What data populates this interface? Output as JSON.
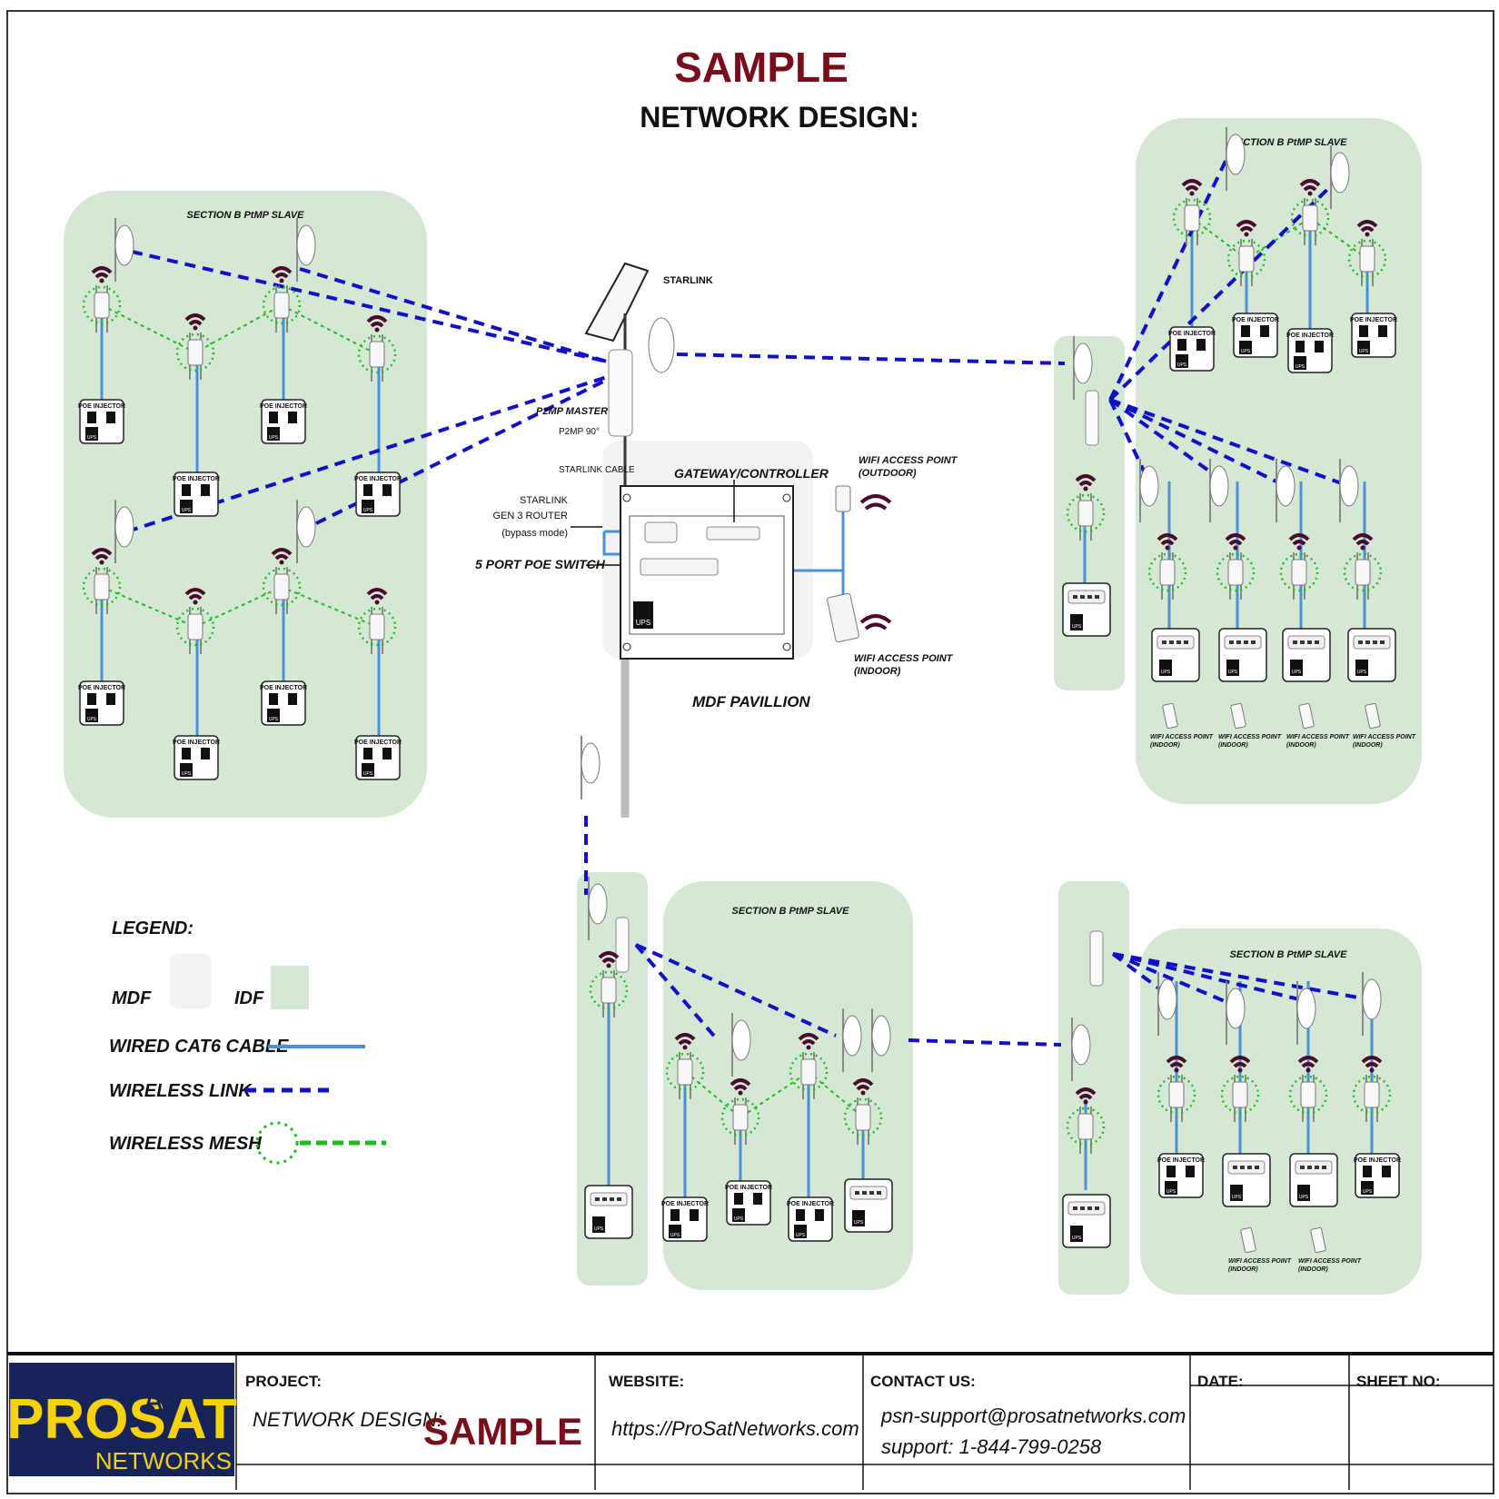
{
  "title": {
    "line1": "SAMPLE",
    "line2": "NETWORK DESIGN:"
  },
  "colors": {
    "title_red": "#7a0d1c",
    "idf_green": "#d5e8d4",
    "mdf_gray": "#f2f2f2",
    "wired": "#4a90d9",
    "wireless": "#1010c8",
    "mesh": "#22bb22",
    "wifi_icon": "#4a0a2e",
    "logo_bg": "#16245a",
    "logo_yellow": "#f5d20a"
  },
  "sections": {
    "top_left": "SECTION B PtMP SLAVE",
    "top_right": "SECTION B PtMP SLAVE",
    "bottom_middle": "SECTION B PtMP SLAVE",
    "bottom_right": "SECTION B PtMP SLAVE"
  },
  "mdf": {
    "starlink": "STARLINK",
    "p2mp_master": "P2MP MASTER",
    "p2mp_angle": "P2MP 90°",
    "starlink_cable": "STARLINK CABLE",
    "gateway": "GATEWAY/CONTROLLER",
    "router_line1": "STARLINK",
    "router_line2": "GEN 3 ROUTER",
    "router_line3": "(bypass mode)",
    "poe_switch": "5 PORT POE SWITCH",
    "ap_outdoor_line1": "WIFI ACCESS POINT",
    "ap_outdoor_line2": "(OUTDOOR)",
    "ap_indoor_line1": "WIFI ACCESS POINT",
    "ap_indoor_line2": "(INDOOR)",
    "pavilion": "MDF PAVILLION"
  },
  "devices": {
    "poe_injector": "POE INJECTOR",
    "ups": "UPS",
    "ap_indoor_line1": "WIFI ACCESS POINT",
    "ap_indoor_line2": "(INDOOR)"
  },
  "legend": {
    "title": "LEGEND:",
    "mdf": "MDF",
    "idf": "IDF",
    "wired": "WIRED CAT6 CABLE",
    "wireless": "WIRELESS LINK",
    "mesh": "WIRELESS MESH"
  },
  "title_block": {
    "logo_main": "PROSAT",
    "logo_sub": "NETWORKS",
    "project_label": "PROJECT:",
    "project_value": "NETWORK DESIGN:",
    "project_sample": "SAMPLE",
    "website_label": "WEBSITE:",
    "website_value": "https://ProSatNetworks.com",
    "contact_label": "CONTACT US:",
    "contact_email": "psn-support@prosatnetworks.com",
    "contact_phone": "support: 1-844-799-0258",
    "date_label": "DATE:",
    "sheet_label": "SHEET NO:"
  }
}
